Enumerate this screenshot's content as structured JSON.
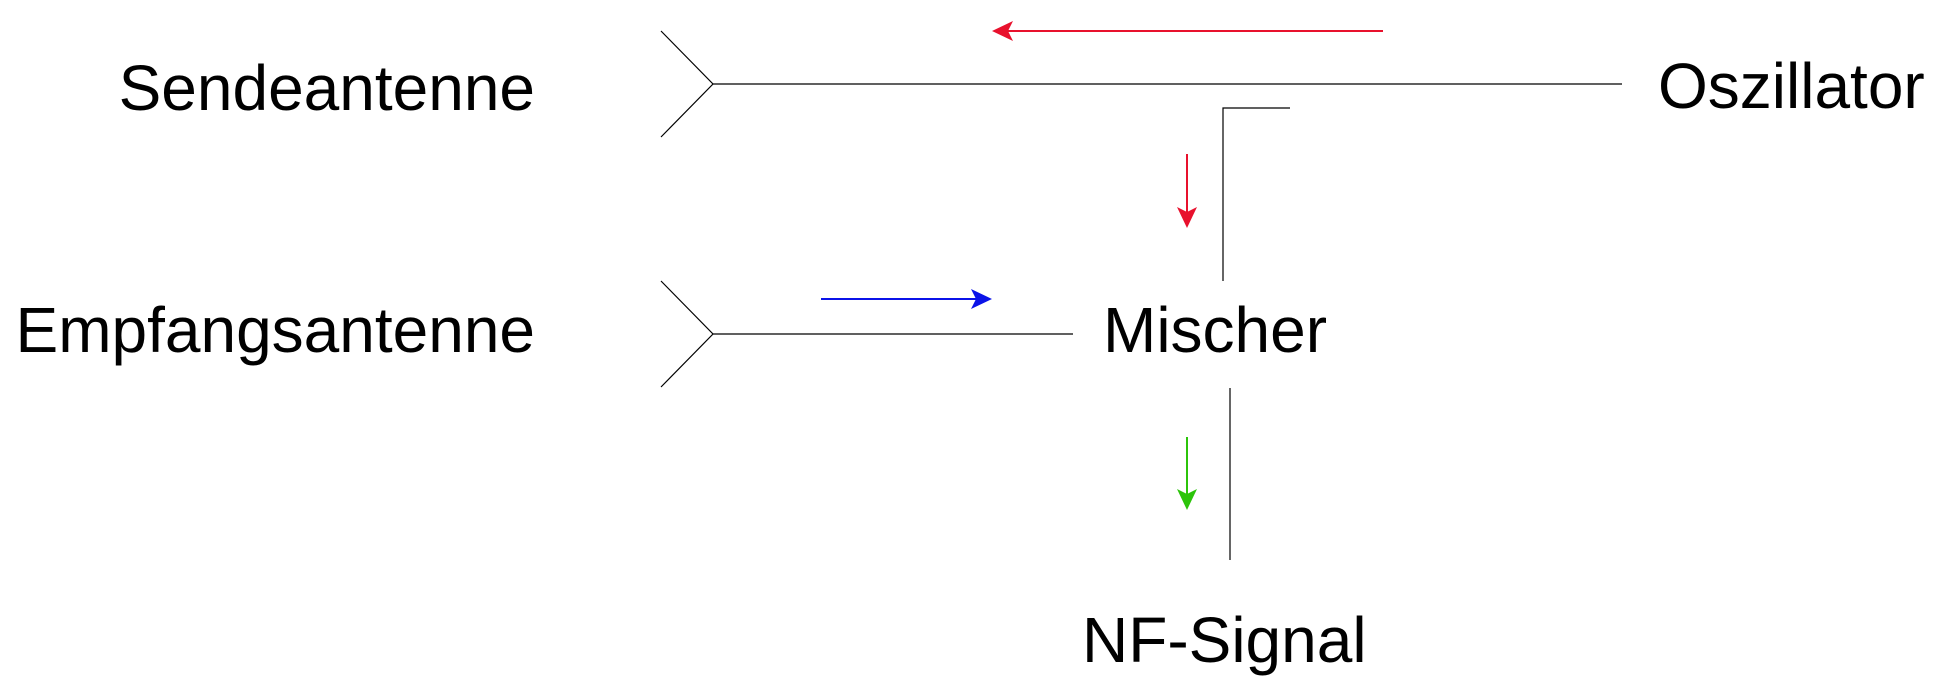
{
  "labels": {
    "transmit_antenna": "Sendeantenne",
    "receive_antenna": "Empfangsantenne",
    "oscillator": "Oszillator",
    "mixer": "Mischer",
    "output": "NF-Signal"
  },
  "colors": {
    "transmit_signal": "#e8112d",
    "received_signal": "#0b13e8",
    "output_signal": "#2cc40a",
    "wire": "#000000",
    "text": "#000000",
    "background": "#ffffff"
  }
}
